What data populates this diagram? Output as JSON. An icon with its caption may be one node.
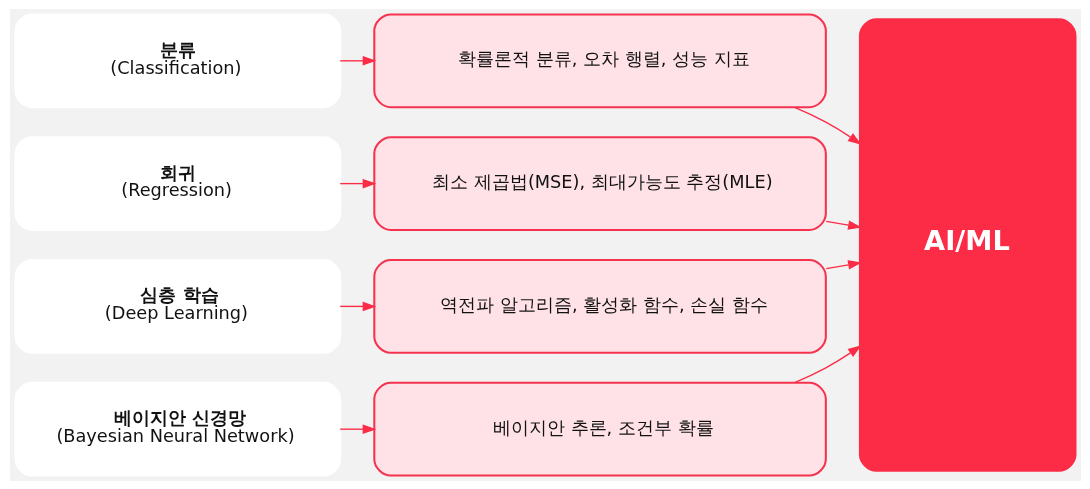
{
  "diagram": {
    "nodes": [
      {
        "text": [
          "분류",
          "(Classification)"
        ]
      },
      {
        "text": [
          "확률론적 분류, 오차 행렬, 성능 지표"
        ]
      },
      {
        "text": [
          "회귀",
          "(Regression)"
        ]
      },
      {
        "text": [
          "최소 제곱법(MSE), 최대가능도 추정(MLE)"
        ]
      },
      {
        "text": [
          "심층 학습",
          "(Deep Learning)"
        ]
      },
      {
        "text": [
          "역전파 알고리즘, 활성화 함수, 손실 함수"
        ]
      },
      {
        "text": [
          "베이지안 신경망",
          "(Bayesian Neural Network)"
        ]
      },
      {
        "text": [
          "베이지안 추론, 조건부 확률"
        ]
      },
      {
        "text": [
          "AI/ML"
        ]
      }
    ],
    "edges": [
      {
        "from": 0,
        "to": 1,
        "arrow": "to"
      },
      {
        "from": 1,
        "to": 8,
        "arrow": "to"
      },
      {
        "from": 2,
        "to": 3,
        "arrow": "to"
      },
      {
        "from": 3,
        "to": 8,
        "arrow": "to"
      },
      {
        "from": 4,
        "to": 5,
        "arrow": "to"
      },
      {
        "from": 5,
        "to": 8,
        "arrow": "to"
      },
      {
        "from": 6,
        "to": 7,
        "arrow": "to"
      },
      {
        "from": 7,
        "to": 8,
        "arrow": "to"
      }
    ]
  }
}
